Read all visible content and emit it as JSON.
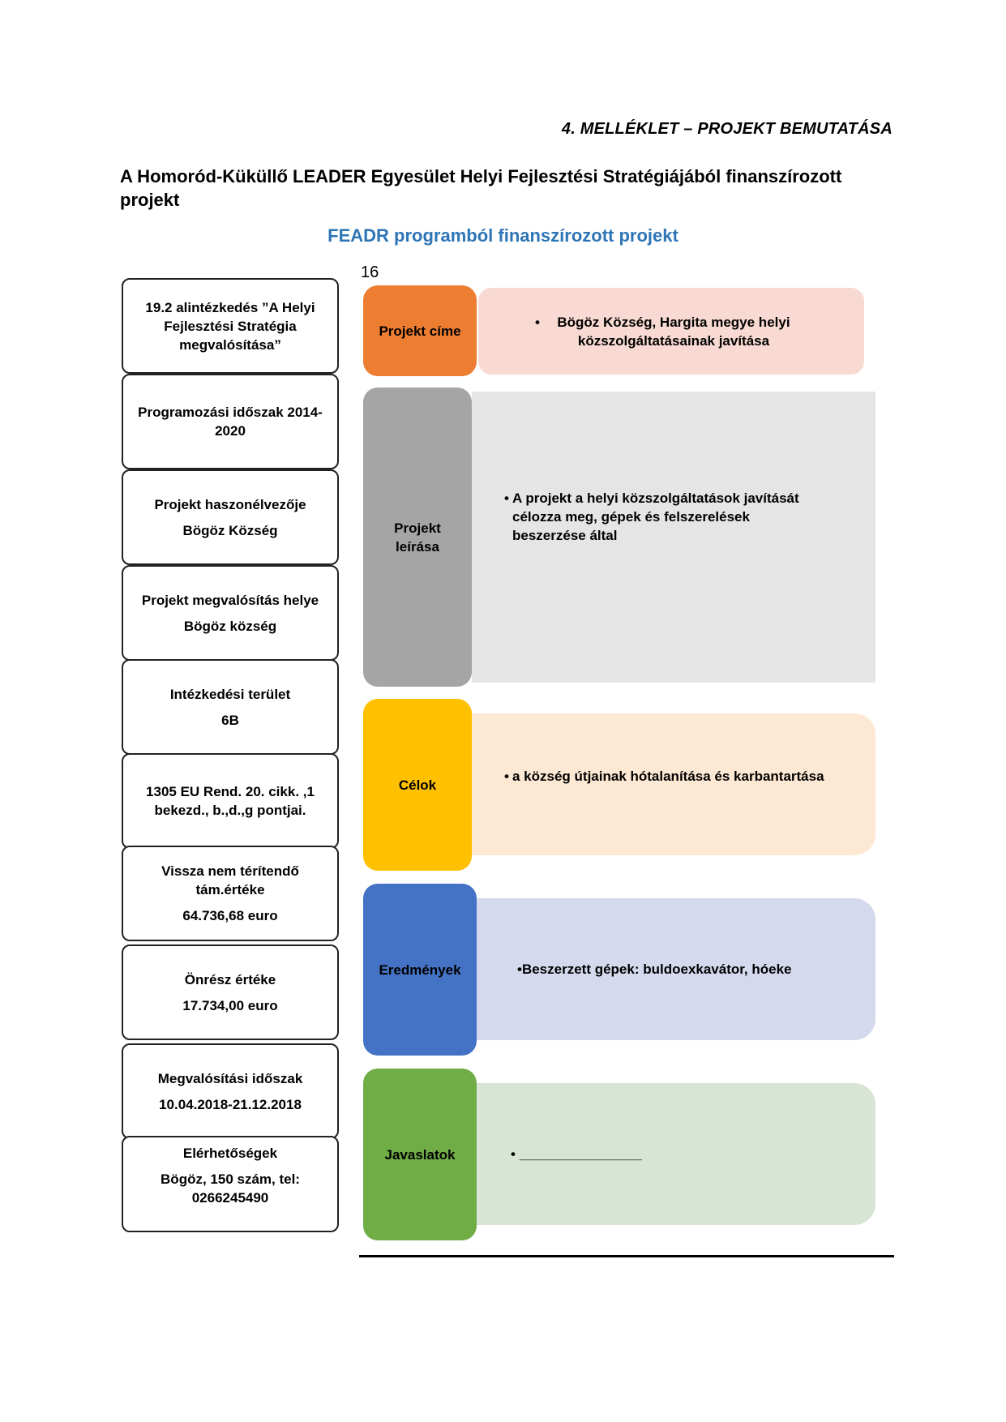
{
  "header": {
    "annex": "4. MELLÉKLET – PROJEKT BEMUTATÁSA"
  },
  "title": "A Homoród-Küküllő LEADER Egyesület Helyi Fejlesztési Stratégiájából finanszírozott projekt",
  "subtitle": "FEADR programból finanszírozott projekt",
  "page_number": "16",
  "left_boxes": [
    {
      "line1": "19.2 alintézkedés ”A Helyi Fejlesztési Stratégia megvalósítása”",
      "line2": ""
    },
    {
      "line1": "Programozási időszak  2014-2020",
      "line2": ""
    },
    {
      "line1": "Projekt haszonélvezője",
      "line2": "Bögöz Község"
    },
    {
      "line1": "Projekt megvalósítás helye",
      "line2": "Bögöz község"
    },
    {
      "line1": "Intézkedési terület",
      "line2": "6B"
    },
    {
      "line1": "1305 EU Rend.  20. cikk. ,1 bekezd.,  b.,d.,g pontjai.",
      "line2": ""
    },
    {
      "line1": "Vissza nem térítendő tám.értéke",
      "line2": "64.736,68 euro"
    },
    {
      "line1": "Önrész értéke",
      "line2": "17.734,00 euro"
    },
    {
      "line1": "Megvalósítási időszak",
      "line2": "10.04.2018-21.12.2018"
    },
    {
      "line1": "Elérhetőségek",
      "line2": "Bögöz, 150 szám, tel: 0266245490"
    }
  ],
  "sections": [
    {
      "label": "Projekt címe",
      "bullet": "•",
      "text": "Bögöz Község, Hargita megye helyi közszolgáltatásainak javítása",
      "color": "#ed7d31",
      "bg": "#f8dad2"
    },
    {
      "label": "Projekt leírása",
      "bullet": "•",
      "text": "A projekt a helyi közszolgáltatások javítását célozza meg, gépek és felszerelések beszerzése által",
      "color": "#a5a5a5",
      "bg": "#e5e5e5"
    },
    {
      "label": "Célok",
      "bullet": "•",
      "text": "a község útjainak hótalanítása és karbantartása",
      "color": "#ffc000",
      "bg": "#fde9d3"
    },
    {
      "label": "Eredmények",
      "bullet": "•",
      "text": "Beszerzett gépek: buldoexkavátor, hóeke",
      "color": "#4472c4",
      "bg": "#d5d9ed"
    },
    {
      "label": "Javaslatok",
      "bullet": "•",
      "text": " ________________",
      "color": "#70ad47",
      "bg": "#d8e5d5"
    }
  ]
}
